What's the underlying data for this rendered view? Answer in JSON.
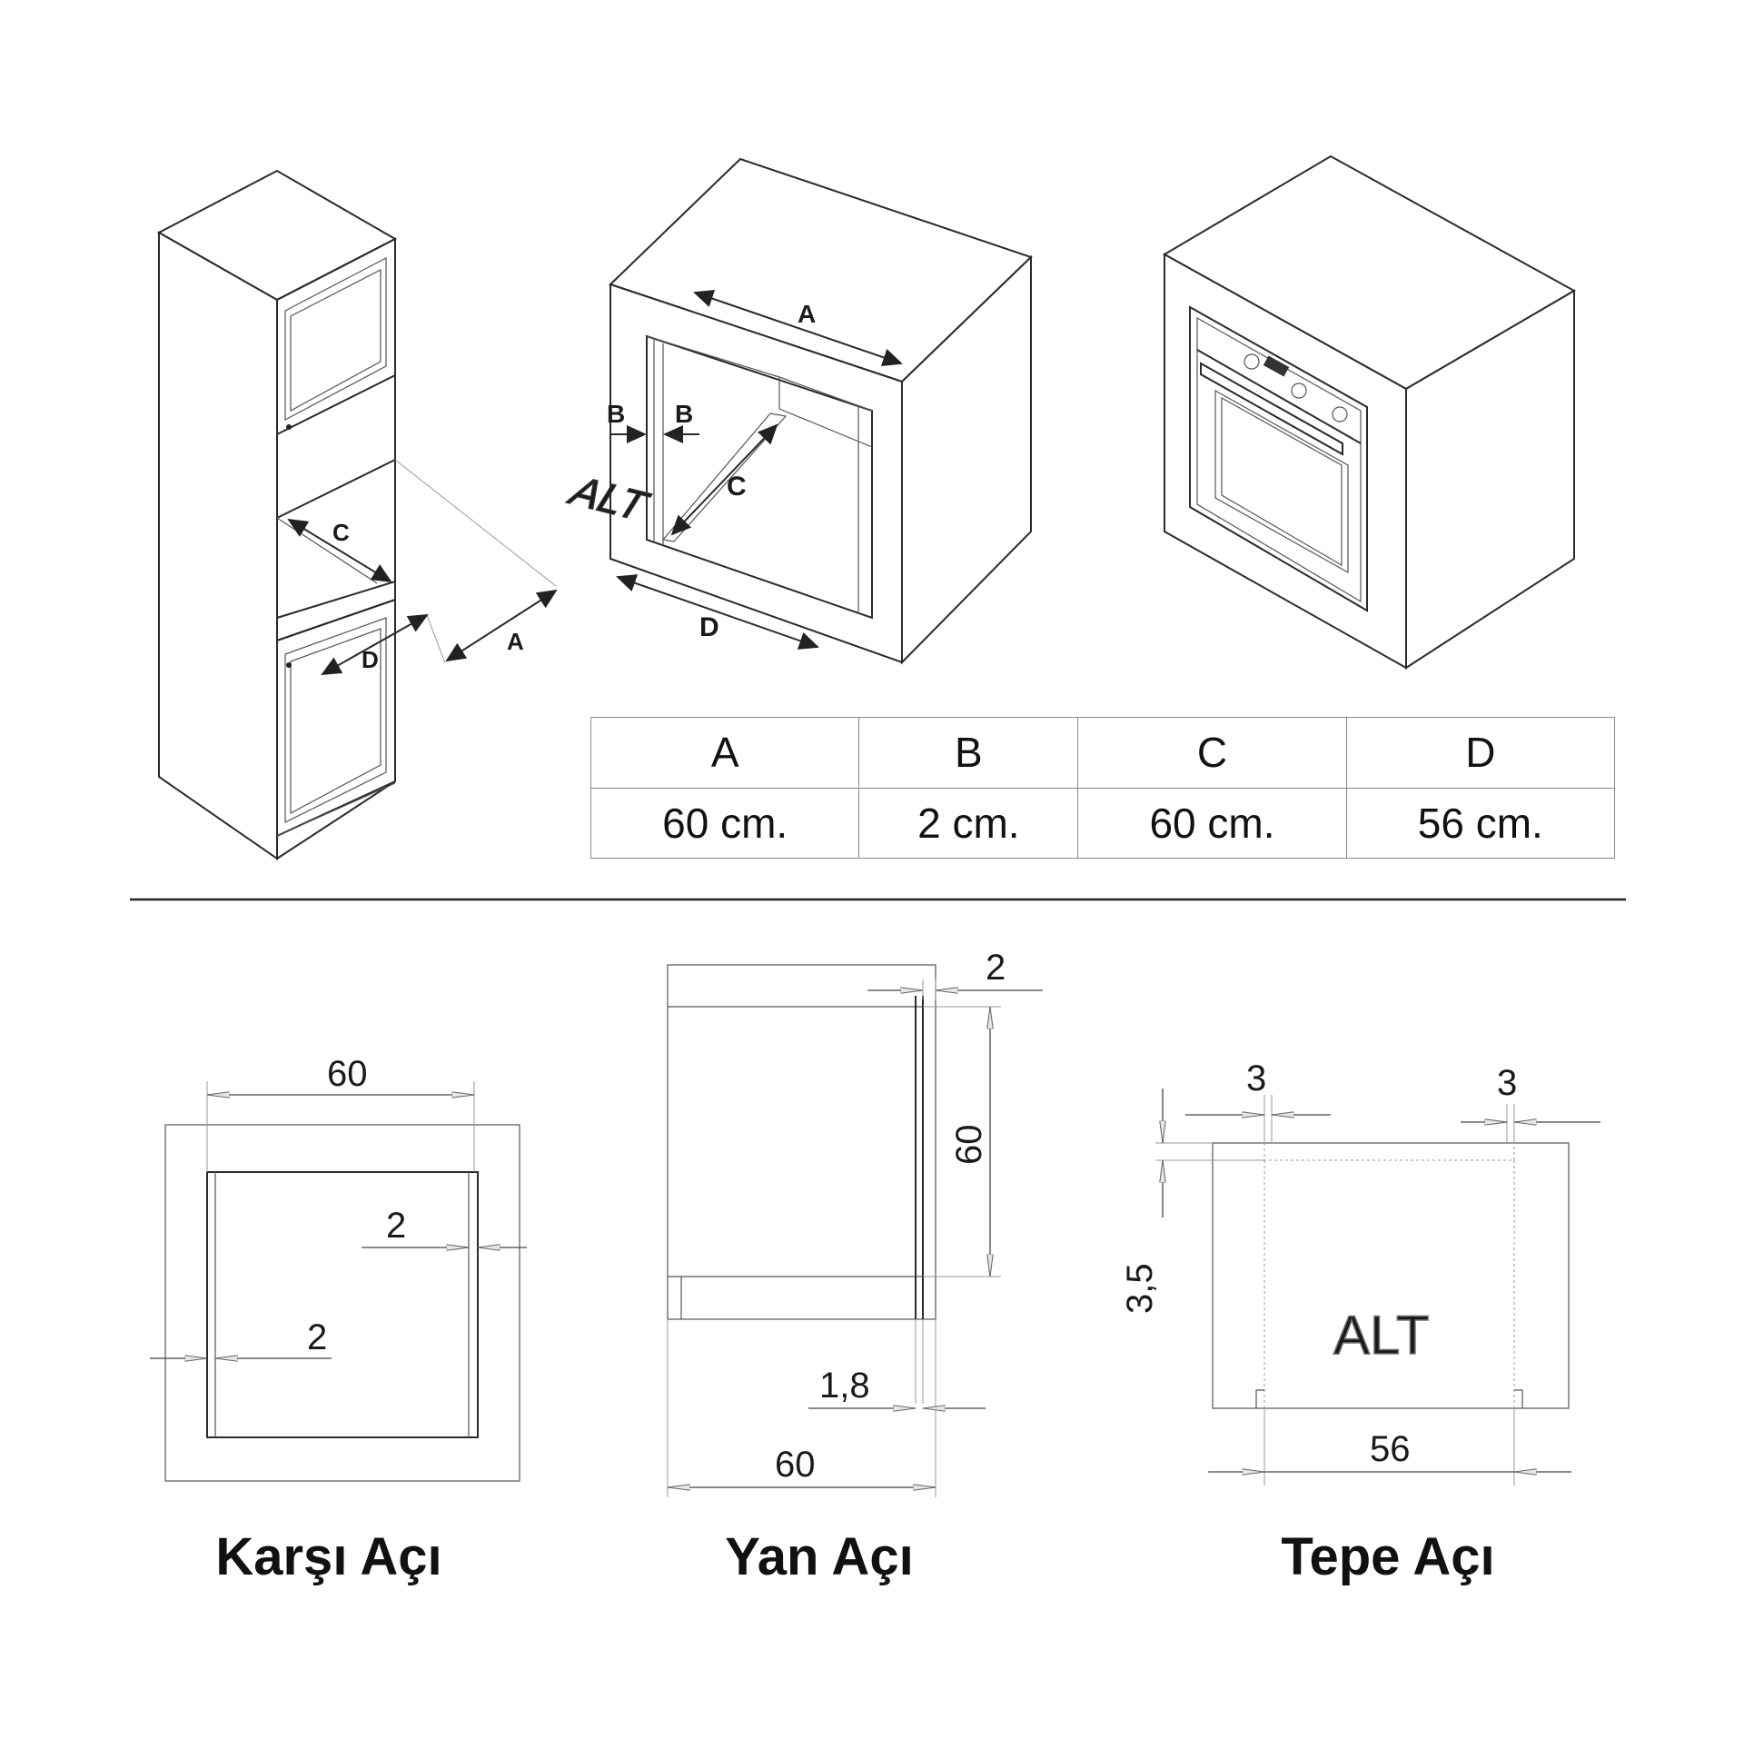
{
  "iso_labels": {
    "tall_cabinet": {
      "a": "A",
      "c": "C",
      "d": "D"
    },
    "niche": {
      "a": "A",
      "b_left": "B",
      "b_right": "B",
      "c": "C",
      "d": "D",
      "floor": "ALT"
    }
  },
  "dimension_table": {
    "headers": [
      "A",
      "B",
      "C",
      "D"
    ],
    "values": [
      "60 cm.",
      "2 cm.",
      "60 cm.",
      "56 cm."
    ]
  },
  "front_view": {
    "title": "Karşı Açı",
    "width_label": "60",
    "right_gap_label": "2",
    "left_gap_label": "2"
  },
  "side_view": {
    "title": "Yan Açı",
    "top_gap_label": "2",
    "height_label": "60",
    "bottom_gap_label": "1,8",
    "depth_label": "60"
  },
  "top_view": {
    "title": "Tepe Açı",
    "left_gap_label": "3",
    "right_gap_label": "3",
    "back_gap_label": "3,5",
    "floor_label": "ALT",
    "width_label": "56"
  }
}
